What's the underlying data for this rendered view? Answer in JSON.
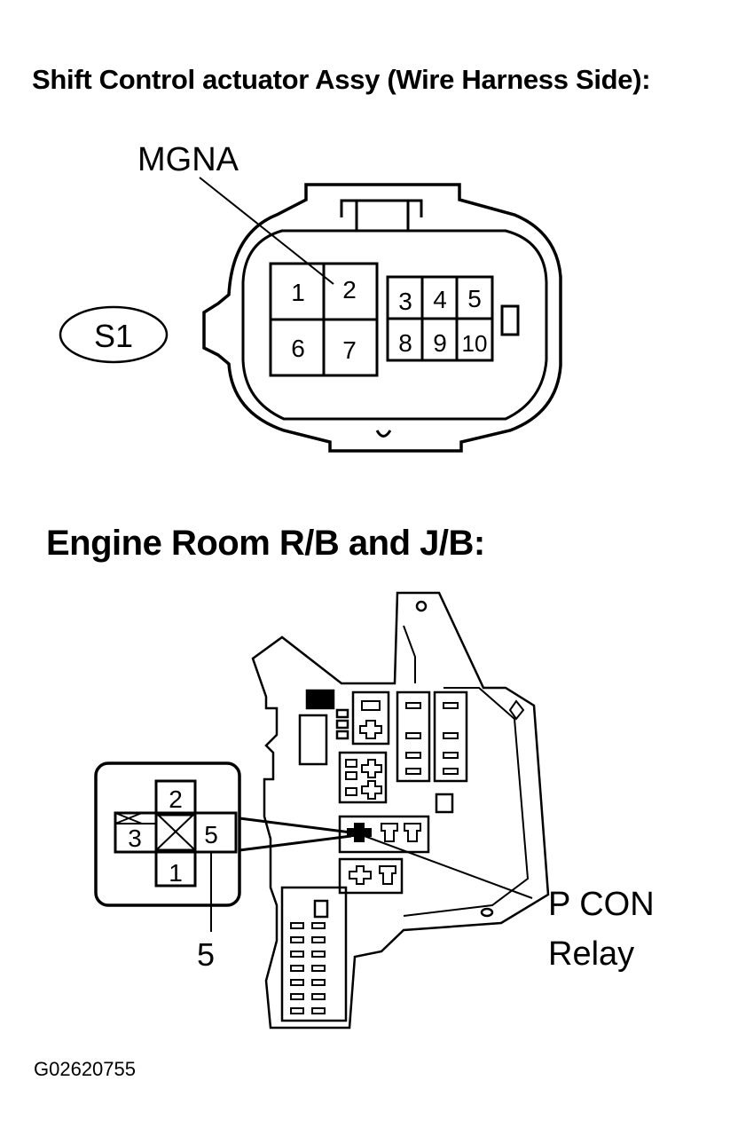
{
  "connector_section": {
    "title": "Shift Control actuator Assy (Wire Harness Side):",
    "connector_code": "S1",
    "callout_label": "MGNA",
    "pins": [
      "1",
      "2",
      "3",
      "4",
      "5",
      "6",
      "7",
      "8",
      "9",
      "10"
    ]
  },
  "relay_section": {
    "title": "Engine Room R/B and J/B:",
    "relay_label_line1": "P CON",
    "relay_label_line2": "Relay",
    "terminal_callout": "5",
    "relay_terminals": [
      "2",
      "3",
      "5",
      "1"
    ]
  },
  "figure_id": "G02620755"
}
